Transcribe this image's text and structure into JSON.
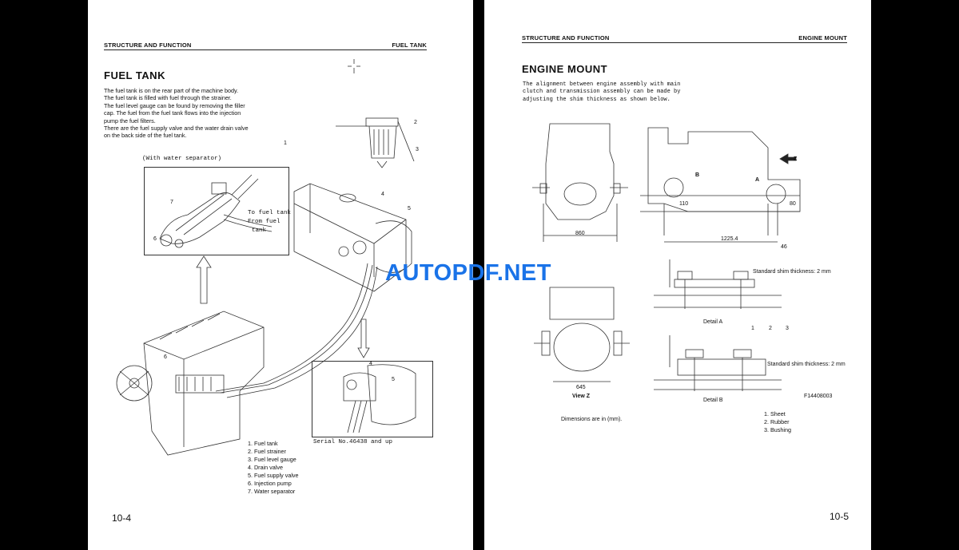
{
  "left_page": {
    "header_left": "STRUCTURE AND FUNCTION",
    "header_right": "FUEL TANK",
    "title": "FUEL TANK",
    "paragraph_lines": [
      "The fuel tank is on the rear part of the machine body.",
      "The fuel tank is filled with fuel through the strainer.",
      "The fuel level gauge can be found by removing the filler",
      "cap. The fuel from the fuel tank flows into the injection",
      "pump the fuel filters.",
      "There are the fuel supply valve and the water drain valve",
      "on the back side of the fuel tank."
    ],
    "diagram": {
      "inset_caption": "(With water separator)",
      "to_fuel_tank": "To fuel tank",
      "from_fuel_tank": "From fuel",
      "from_fuel_tank_2": "tank",
      "serial_note": "Serial No.46438 and up",
      "callouts": [
        "1",
        "2",
        "3",
        "4",
        "5",
        "6",
        "7"
      ]
    },
    "legend": [
      "1. Fuel tank",
      "2. Fuel strainer",
      "3. Fuel level gauge",
      "4. Drain valve",
      "5. Fuel supply valve",
      "6. Injection pump",
      "7. Water separator"
    ],
    "page_number": "10-4"
  },
  "right_page": {
    "header_left": "STRUCTURE AND FUNCTION",
    "header_right": "ENGINE MOUNT",
    "title": "ENGINE MOUNT",
    "paragraph_lines": [
      "The alignment between engine assembly with main",
      "clutch and transmission assembly can be made by",
      "adjusting the shim thickness as shown below."
    ],
    "diagram": {
      "dim_860": "860",
      "dim_1225": "1225.4",
      "dim_110": "110",
      "dim_80": "80",
      "dim_46": "46",
      "dim_645": "645",
      "label_z": "Z",
      "label_a": "A",
      "label_b": "B",
      "view_z": "View Z",
      "detail_a": "Detail A",
      "detail_b": "Detail B",
      "shim_a": "Standard shim thickness:  2 mm",
      "shim_b": "Standard shim thickness:  2 mm",
      "fig_code": "F14408003",
      "callouts": [
        "1",
        "2",
        "3"
      ]
    },
    "dimensions_note": "Dimensions are in (mm).",
    "legend": [
      "1. Sheet",
      "2. Rubber",
      "3. Bushing"
    ],
    "page_number": "10-5"
  },
  "watermark": "AUTOPDF.NET"
}
